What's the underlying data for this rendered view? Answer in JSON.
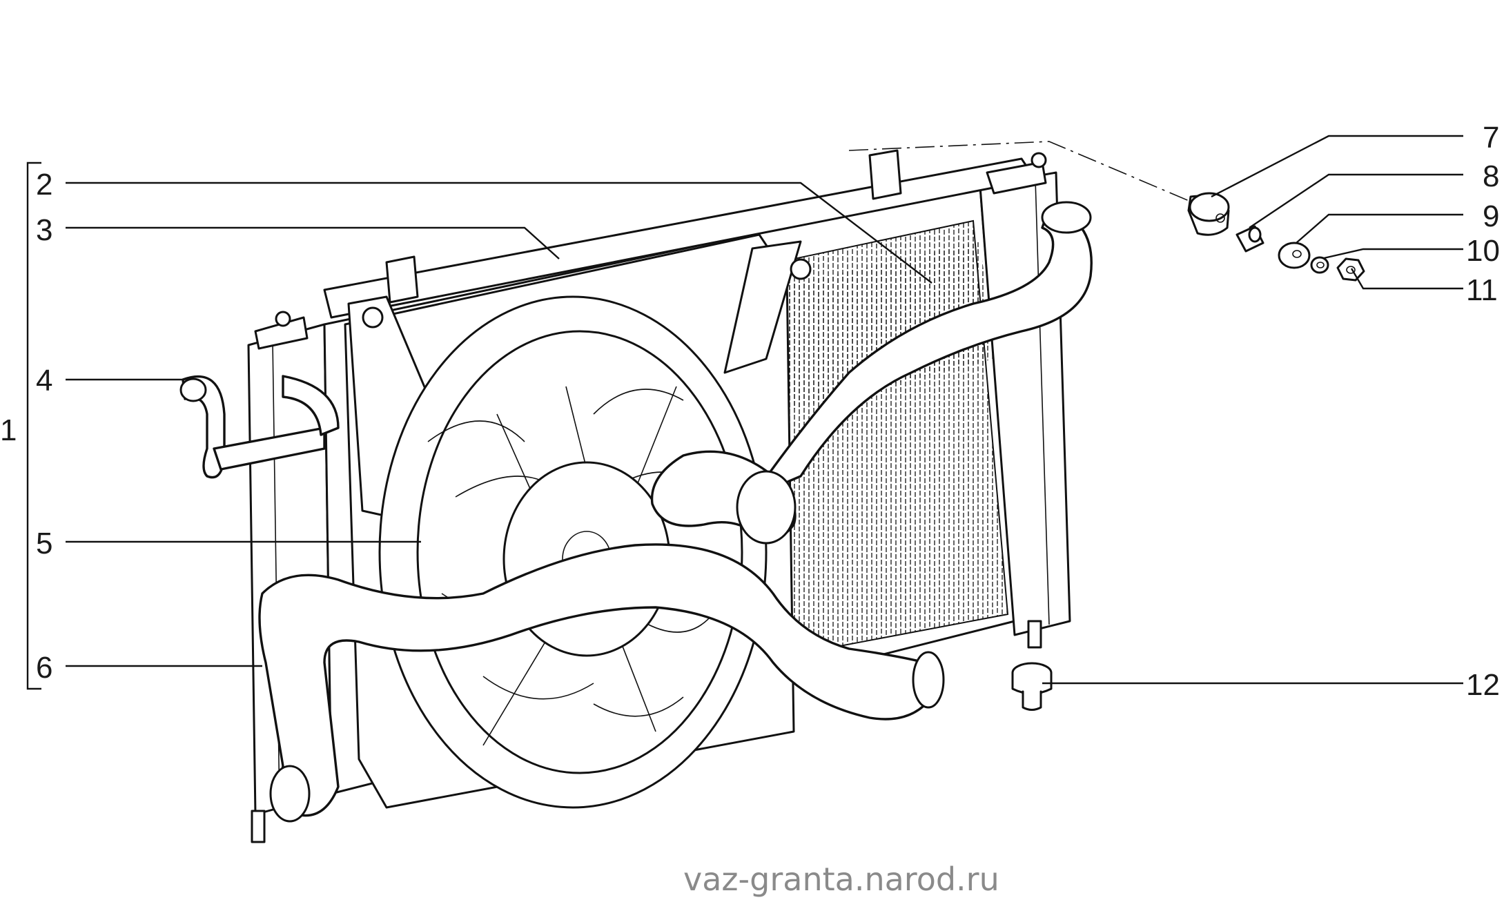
{
  "diagram": {
    "watermark": "vaz-granta.narod.ru",
    "group_label": "1",
    "callouts": [
      "2",
      "3",
      "4",
      "5",
      "6",
      "7",
      "8",
      "9",
      "10",
      "11",
      "12"
    ]
  }
}
